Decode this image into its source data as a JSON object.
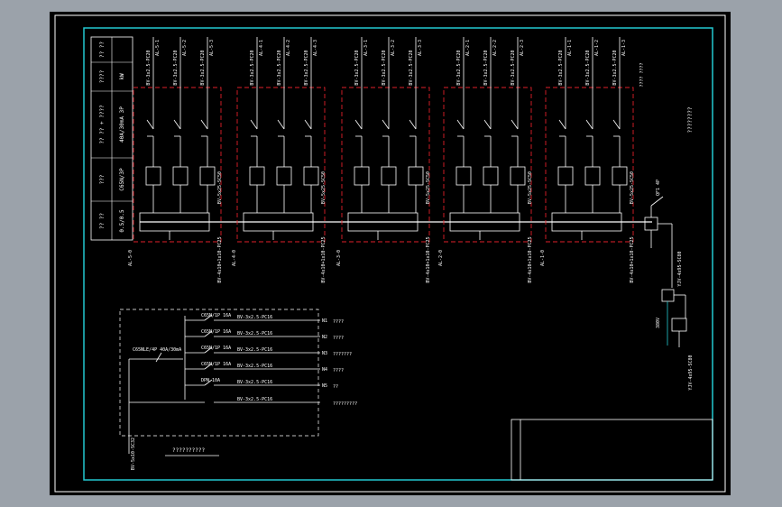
{
  "colors": {
    "background": "#9ba2aa",
    "sheet": "#000000",
    "frame": "#ffffff",
    "inner_frame": "#22c8d0",
    "dashed_boxes": "#e0202a",
    "wiring": "#ffffff"
  },
  "legend_labels": [
    "?? ??",
    "????",
    "?? ?? + ????",
    "???",
    "??  ??"
  ],
  "legend_specs": [
    "kW",
    "40A/30mA  3P",
    "C65N/3P",
    "0.5/0.5"
  ],
  "panels": [
    {
      "name": "AL-5",
      "feeder_left": "AL-5-0",
      "cable_top": "BV-5x25-SC50",
      "cable_bottom": "BV-4x10+1x10-PC25",
      "loads": [
        "AL-5-1",
        "AL-5-2",
        "AL-5-3"
      ]
    },
    {
      "name": "AL-4",
      "feeder_left": "AL-4-0",
      "cable_top": "BV-5x25-SC50",
      "cable_bottom": "BV-4x10+1x10-PC25",
      "loads": [
        "AL-4-1",
        "AL-4-2",
        "AL-4-3"
      ]
    },
    {
      "name": "AL-3",
      "feeder_left": "AL-3-0",
      "cable_top": "BV-5x25-SC50",
      "cable_bottom": "BV-4x10+1x10-PC25",
      "loads": [
        "AL-3-1",
        "AL-3-2",
        "AL-3-3"
      ]
    },
    {
      "name": "AL-2",
      "feeder_left": "AL-2-0",
      "cable_top": "BV-5x25-SC50",
      "cable_bottom": "BV-4x10+1x10-PC25",
      "loads": [
        "AL-2-1",
        "AL-2-2",
        "AL-2-3"
      ]
    },
    {
      "name": "AL-1",
      "feeder_left": "AL-1-0",
      "cable_top": "BV-5x25-SC50",
      "cable_bottom": "BV-4x10+1x10-PC25",
      "loads": [
        "AL-1-1",
        "AL-1-2",
        "AL-1-3"
      ]
    }
  ],
  "load_cable": "BV-3x2.5-PC20",
  "right_notes": {
    "top_note": "????????",
    "box_label": "???? ????",
    "main_cable": "YJV-4x95-SC80",
    "meter_cable": "YJV-4x95-SC80",
    "switch_label": "QF1 4P",
    "meter_spec": "380V"
  },
  "sub_panel": {
    "main_breaker": "C65NLE/4P  40A/30mA",
    "circuits": [
      {
        "breaker": "C65N/1P  16A",
        "cable": "BV-3x2.5-PC16",
        "phase": "N1",
        "note": "????"
      },
      {
        "breaker": "C65N/1P  16A",
        "cable": "BV-3x2.5-PC16",
        "phase": "N2",
        "note": "????"
      },
      {
        "breaker": "C65N/1P  16A",
        "cable": "BV-3x2.5-PC16",
        "phase": "N3",
        "note": "???????"
      },
      {
        "breaker": "C65N/1P  16A",
        "cable": "BV-3x2.5-PC16",
        "phase": "N4",
        "note": "????"
      },
      {
        "breaker": "DPN  10A",
        "cable": "BV-3x2.5-PC16",
        "phase": "N5",
        "note": "??"
      },
      {
        "breaker": "",
        "cable": "BV-3x2.5-PC16",
        "phase": "",
        "note": "?????????"
      }
    ],
    "incoming_cable": "BV-5x10-SC32",
    "caption": "??????????"
  }
}
